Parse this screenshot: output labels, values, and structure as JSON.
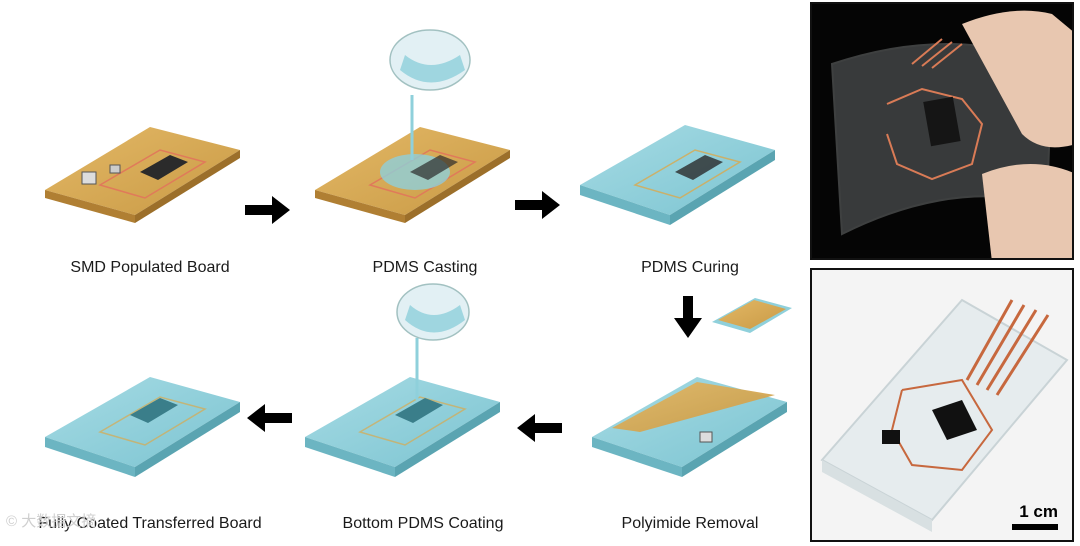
{
  "steps": [
    {
      "label": "SMD Populated Board"
    },
    {
      "label": "PDMS Casting"
    },
    {
      "label": "PDMS Curing"
    },
    {
      "label": "Fully Coated Transferred Board"
    },
    {
      "label": "Bottom PDMS Coating"
    },
    {
      "label": "Polyimide Removal"
    }
  ],
  "photos": {
    "scale_label": "1 cm"
  },
  "watermark": "© 大数据文摘",
  "colors": {
    "polyimide": "#d9a94e",
    "pdms": "#8fd0db",
    "copper_trace": "#e07a5a",
    "arrow": "#000000"
  }
}
